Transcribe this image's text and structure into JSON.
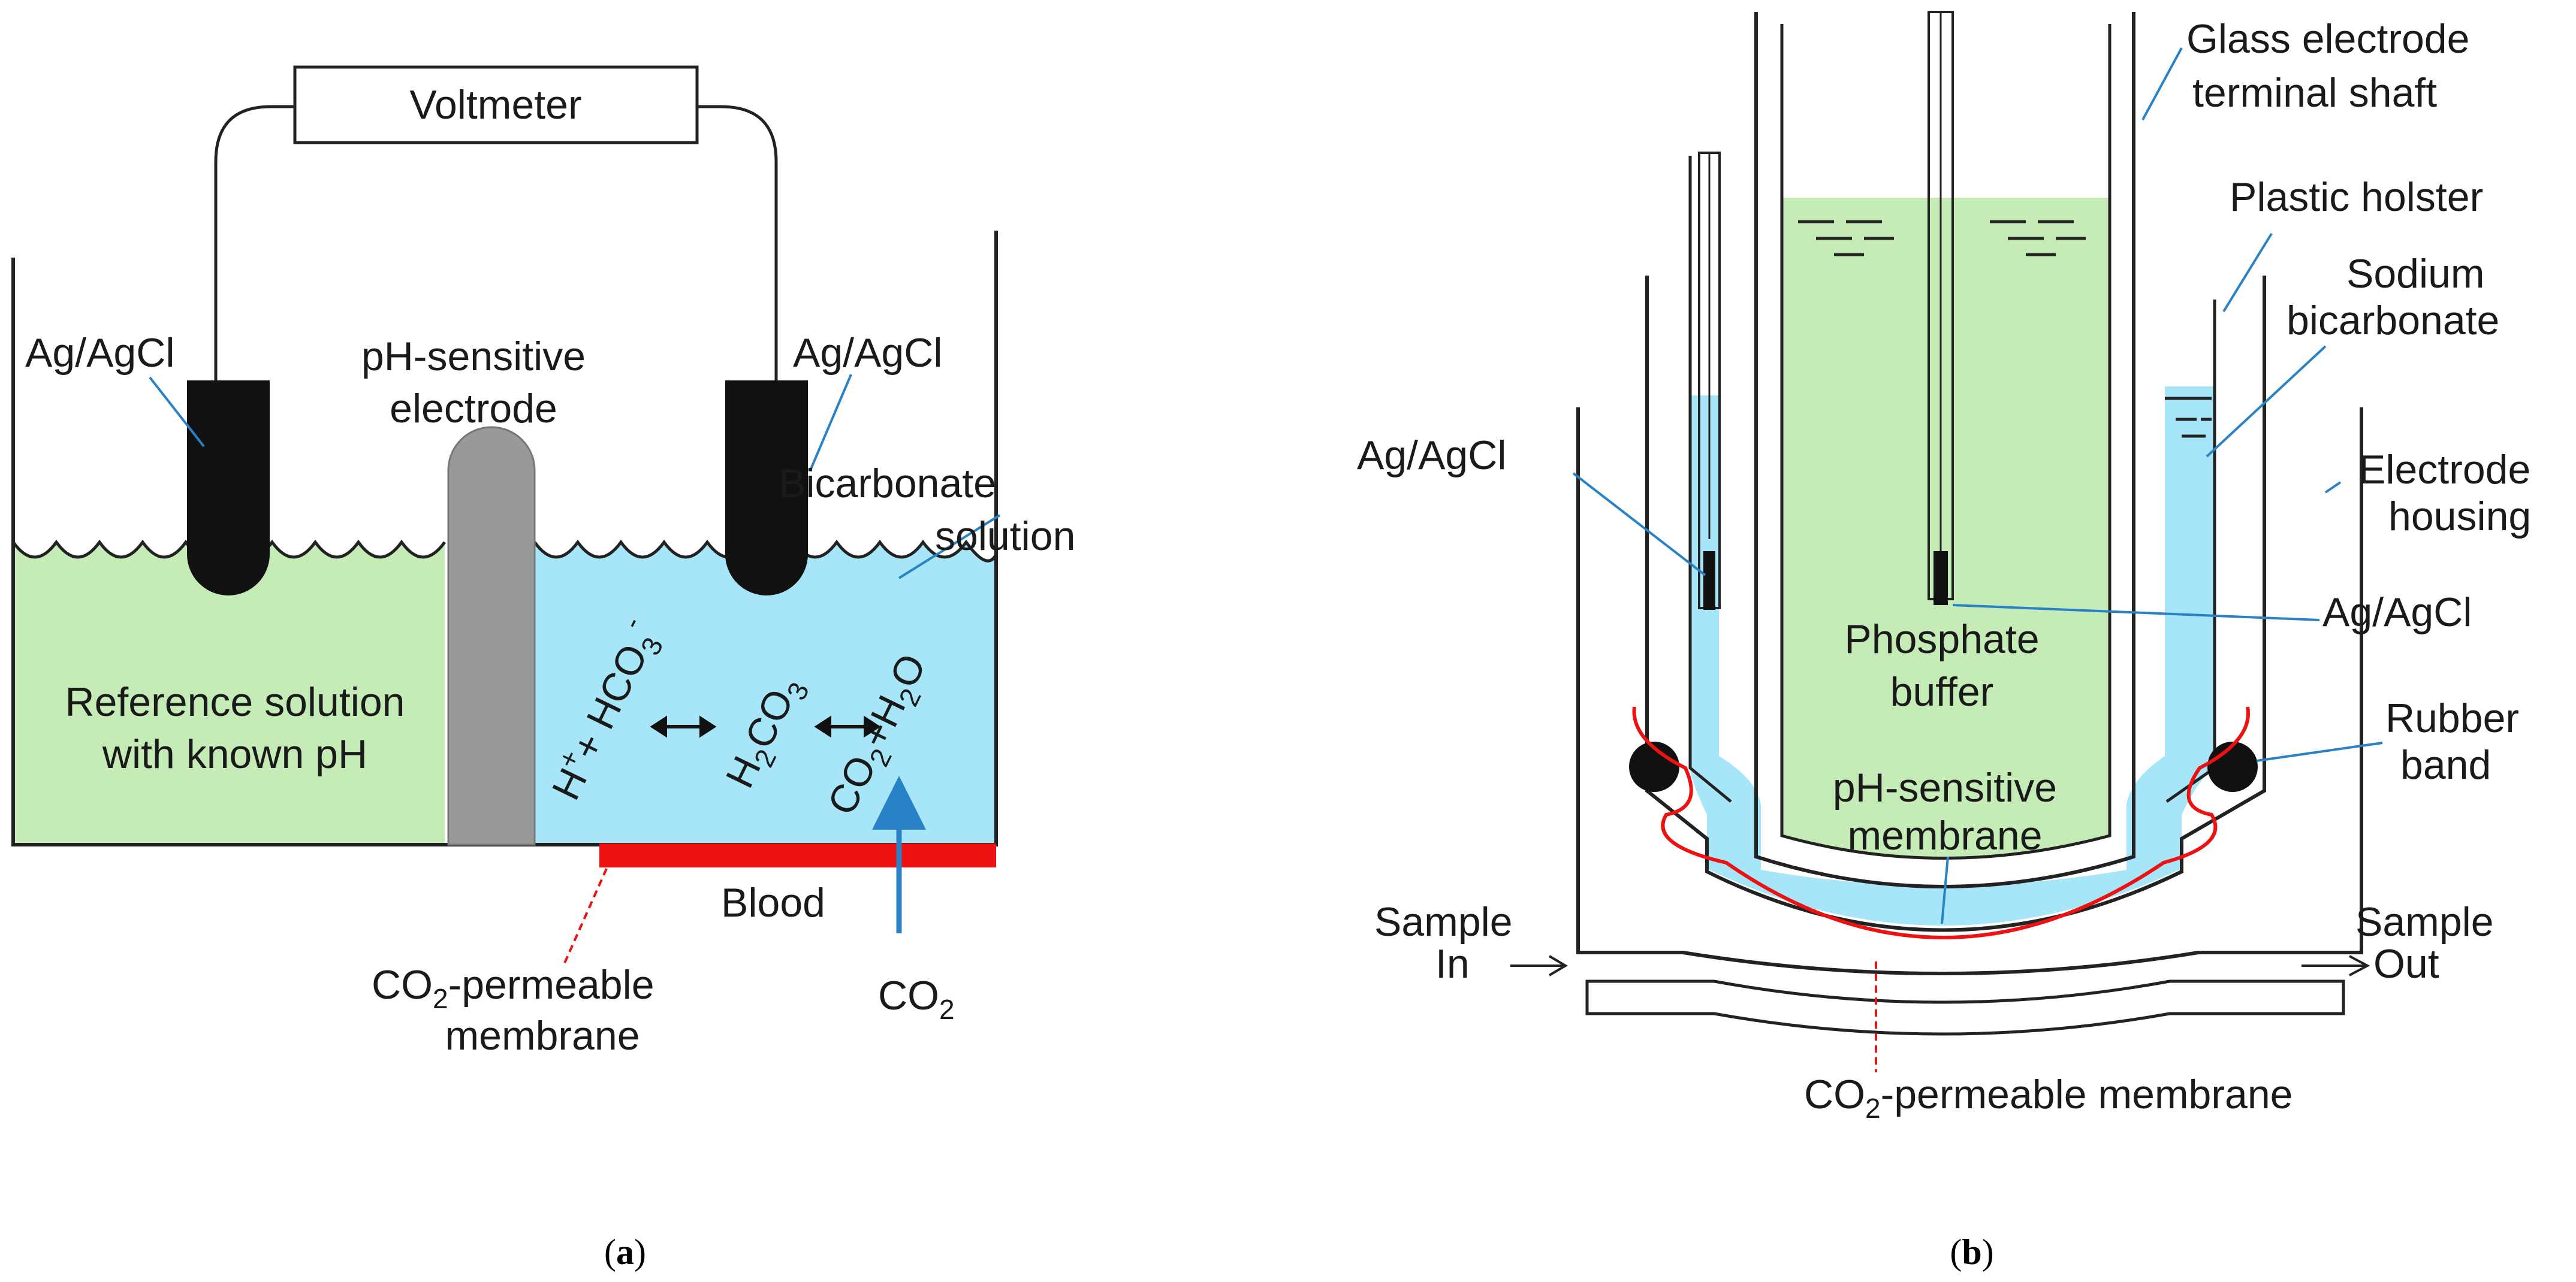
{
  "panel_a": {
    "voltmeter": "Voltmeter",
    "ag_left": "Ag/AgCl",
    "ag_right": "Ag/AgCl",
    "ph_electrode_1": "pH-sensitive",
    "ph_electrode_2": "electrode",
    "bicarb_1": "Bicarbonate",
    "bicarb_2": "solution",
    "reference_1": "Reference solution",
    "reference_2": "with known pH",
    "blood": "Blood",
    "membrane_1a": "CO",
    "membrane_1sub": "2",
    "membrane_1b": "-permeable",
    "membrane_2": "membrane",
    "co2_a": "CO",
    "co2_sub": "2",
    "eq_hplus": "H",
    "eq_plus_sup": "+",
    "eq_plus": "+ HCO",
    "eq_hco3_sub": "3",
    "eq_hco3_sup": "-",
    "eq_h2co3_a": "H",
    "eq_h2co3_sub": "2",
    "eq_h2co3_b": "CO",
    "eq_h2co3_sub2": "3",
    "eq_co2_a": "CO",
    "eq_co2_sub": "2",
    "eq_co2_b": "+H",
    "eq_co2_sub2": "2",
    "eq_co2_c": "O",
    "caption_open": "(",
    "caption_letter": "a",
    "caption_close": ")"
  },
  "panel_b": {
    "glass_1": "Glass electrode",
    "glass_2": "terminal shaft",
    "holster": "Plastic holster",
    "sodium_1": "Sodium",
    "sodium_2": "bicarbonate",
    "housing_1": "Electrode",
    "housing_2": "housing",
    "ag_left": "Ag/AgCl",
    "ag_right": "Ag/AgCl",
    "phosphate_1": "Phosphate",
    "phosphate_2": "buffer",
    "rubber_1": "Rubber",
    "rubber_2": "band",
    "phmem_1": "pH-sensitive",
    "phmem_2": "membrane",
    "sample_in_1": "Sample",
    "sample_in_2": "In",
    "sample_out_1": "Sample",
    "sample_out_2": "Out",
    "co2mem_a": "CO",
    "co2mem_sub": "2",
    "co2mem_b": "-permeable membrane",
    "caption_open": "(",
    "caption_letter": "b",
    "caption_close": ")"
  },
  "colors": {
    "reference_green": "#c5ecb6",
    "bicarbonate_blue": "#a6e6f8",
    "electrode_black": "#111111",
    "ph_electrode_gray": "#999999",
    "membrane_red": "#ee1111",
    "pointer_blue": "#2a82c6",
    "phosphate_green": "#c5ecb6",
    "sodium_blue": "#a6e6f8"
  }
}
